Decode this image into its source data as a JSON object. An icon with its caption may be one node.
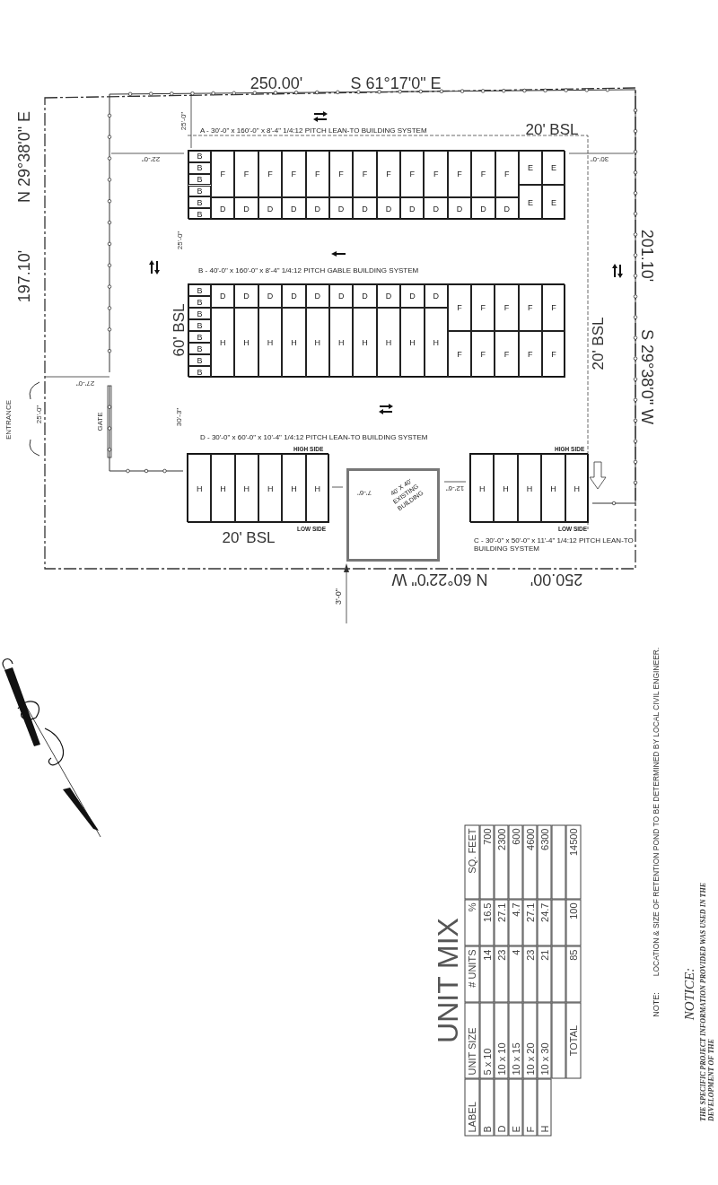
{
  "diagram": {
    "nodes": [
      {
        "text": [
          "A - 30'-0\" x 160'-0\" x 8'-4\" 1/4:12 PITCH LEAN-TO BUILDING SYSTEM"
        ]
      },
      {
        "text": [
          "B"
        ],
        "in": 0
      },
      {
        "text": [
          "B"
        ],
        "in": 0
      },
      {
        "text": [
          "B"
        ],
        "in": 0
      },
      {
        "text": [
          "B"
        ],
        "in": 0
      },
      {
        "text": [
          "B"
        ],
        "in": 0
      },
      {
        "text": [
          "B"
        ],
        "in": 0
      },
      {
        "text": [
          "F"
        ],
        "in": 0
      },
      {
        "text": [
          "F"
        ],
        "in": 0
      },
      {
        "text": [
          "F"
        ],
        "in": 0
      },
      {
        "text": [
          "F"
        ],
        "in": 0
      },
      {
        "text": [
          "F"
        ],
        "in": 0
      },
      {
        "text": [
          "F"
        ],
        "in": 0
      },
      {
        "text": [
          "F"
        ],
        "in": 0
      },
      {
        "text": [
          "F"
        ],
        "in": 0
      },
      {
        "text": [
          "F"
        ],
        "in": 0
      },
      {
        "text": [
          "F"
        ],
        "in": 0
      },
      {
        "text": [
          "F"
        ],
        "in": 0
      },
      {
        "text": [
          "F"
        ],
        "in": 0
      },
      {
        "text": [
          "F"
        ],
        "in": 0
      },
      {
        "text": [
          "E"
        ],
        "in": 0
      },
      {
        "text": [
          "E"
        ],
        "in": 0
      },
      {
        "text": [
          "D"
        ],
        "in": 0
      },
      {
        "text": [
          "D"
        ],
        "in": 0
      },
      {
        "text": [
          "D"
        ],
        "in": 0
      },
      {
        "text": [
          "D"
        ],
        "in": 0
      },
      {
        "text": [
          "D"
        ],
        "in": 0
      },
      {
        "text": [
          "D"
        ],
        "in": 0
      },
      {
        "text": [
          "D"
        ],
        "in": 0
      },
      {
        "text": [
          "D"
        ],
        "in": 0
      },
      {
        "text": [
          "D"
        ],
        "in": 0
      },
      {
        "text": [
          "D"
        ],
        "in": 0
      },
      {
        "text": [
          "D"
        ],
        "in": 0
      },
      {
        "text": [
          "D"
        ],
        "in": 0
      },
      {
        "text": [
          "D"
        ],
        "in": 0
      },
      {
        "text": [
          "E"
        ],
        "in": 0
      },
      {
        "text": [
          "E"
        ],
        "in": 0
      },
      {
        "text": [
          "B - 40'-0\" x 160'-0\" x 8'-4\" 1/4:12 PITCH GABLE BUILDING SYSTEM"
        ]
      },
      {
        "text": [
          "B"
        ],
        "in": 37
      },
      {
        "text": [
          "B"
        ],
        "in": 37
      },
      {
        "text": [
          "B"
        ],
        "in": 37
      },
      {
        "text": [
          "B"
        ],
        "in": 37
      },
      {
        "text": [
          "B"
        ],
        "in": 37
      },
      {
        "text": [
          "B"
        ],
        "in": 37
      },
      {
        "text": [
          "B"
        ],
        "in": 37
      },
      {
        "text": [
          "B"
        ],
        "in": 37
      },
      {
        "text": [
          "D"
        ],
        "in": 37
      },
      {
        "text": [
          "D"
        ],
        "in": 37
      },
      {
        "text": [
          "D"
        ],
        "in": 37
      },
      {
        "text": [
          "D"
        ],
        "in": 37
      },
      {
        "text": [
          "D"
        ],
        "in": 37
      },
      {
        "text": [
          "D"
        ],
        "in": 37
      },
      {
        "text": [
          "D"
        ],
        "in": 37
      },
      {
        "text": [
          "D"
        ],
        "in": 37
      },
      {
        "text": [
          "D"
        ],
        "in": 37
      },
      {
        "text": [
          "D"
        ],
        "in": 37
      },
      {
        "text": [
          "F"
        ],
        "in": 37
      },
      {
        "text": [
          "F"
        ],
        "in": 37
      },
      {
        "text": [
          "F"
        ],
        "in": 37
      },
      {
        "text": [
          "F"
        ],
        "in": 37
      },
      {
        "text": [
          "F"
        ],
        "in": 37
      },
      {
        "text": [
          "H"
        ],
        "in": 37
      },
      {
        "text": [
          "H"
        ],
        "in": 37
      },
      {
        "text": [
          "H"
        ],
        "in": 37
      },
      {
        "text": [
          "H"
        ],
        "in": 37
      },
      {
        "text": [
          "H"
        ],
        "in": 37
      },
      {
        "text": [
          "H"
        ],
        "in": 37
      },
      {
        "text": [
          "H"
        ],
        "in": 37
      },
      {
        "text": [
          "H"
        ],
        "in": 37
      },
      {
        "text": [
          "H"
        ],
        "in": 37
      },
      {
        "text": [
          "H"
        ],
        "in": 37
      },
      {
        "text": [
          "F"
        ],
        "in": 37
      },
      {
        "text": [
          "F"
        ],
        "in": 37
      },
      {
        "text": [
          "F"
        ],
        "in": 37
      },
      {
        "text": [
          "F"
        ],
        "in": 37
      },
      {
        "text": [
          "F"
        ],
        "in": 37
      },
      {
        "text": [
          "D - 30'-0\" x 60'-0\" x 10'-4\" 1/4:12 PITCH LEAN-TO BUILDING SYSTEM"
        ],
        "beside": [
          "HIGH SIDE",
          "LOW SIDE"
        ]
      },
      {
        "text": [
          "H"
        ],
        "in": 76
      },
      {
        "text": [
          "H"
        ],
        "in": 76
      },
      {
        "text": [
          "H"
        ],
        "in": 76
      },
      {
        "text": [
          "H"
        ],
        "in": 76
      },
      {
        "text": [
          "H"
        ],
        "in": 76
      },
      {
        "text": [
          "H"
        ],
        "in": 76
      },
      {
        "text": [
          "40' X 40' EXISTING BUILDING"
        ]
      },
      {
        "text": [
          "C - 30'-0\" x 50'-0\" x 11'-4\" 1/4:12 PITCH LEAN-TO BUILDING SYSTEM"
        ],
        "beside": [
          "HIGH SIDE",
          "LOW SIDE"
        ]
      },
      {
        "text": [
          "H"
        ],
        "in": 84
      },
      {
        "text": [
          "H"
        ],
        "in": 84
      },
      {
        "text": [
          "H"
        ],
        "in": 84
      },
      {
        "text": [
          "H"
        ],
        "in": 84
      },
      {
        "text": [
          "H"
        ],
        "in": 84
      }
    ],
    "labels": [
      "250.00'",
      "S 61°17'0\" E",
      "20' BSL",
      "25'-0\"",
      "22'-0\"",
      "30'-0\"",
      "197.10'",
      "N 29°38'0\" E",
      "201.10'",
      "S 29°38'0\" W",
      "60' BSL",
      "20' BSL",
      "25'-0\"",
      "30'-3\"",
      "27'-0\"",
      "25'-0\"",
      "GATE",
      "ENTRANCE",
      "7'-6\"",
      "12'-6\"",
      "20' BSL",
      "N 60°22'0\" W",
      "250.00'",
      "3'-0\"",
      "UNIT MIX",
      "LABEL",
      "UNIT SIZE",
      "# UNITS",
      "%",
      "SQ. FEET",
      "B",
      "5 x 10",
      "14",
      "16.5",
      "700",
      "D",
      "10 x 10",
      "23",
      "27.1",
      "2300",
      "E",
      "10 x 15",
      "4",
      "4.7",
      "600",
      "F",
      "10 x 20",
      "23",
      "27.1",
      "4600",
      "H",
      "10 x 30",
      "21",
      "24.7",
      "6300",
      "TOTAL",
      "85",
      "100",
      "14500",
      "NOTE:",
      "LOCATION & SIZE OF RETENTION POND TO BE DETERMINED BY LOCAL CIVIL ENGINEER.",
      "NOTICE:",
      "THE SPECIFIC PROJECT INFORMATION PROVIDED WAS USED IN THE DEVELOPMENT OF THE"
    ]
  }
}
